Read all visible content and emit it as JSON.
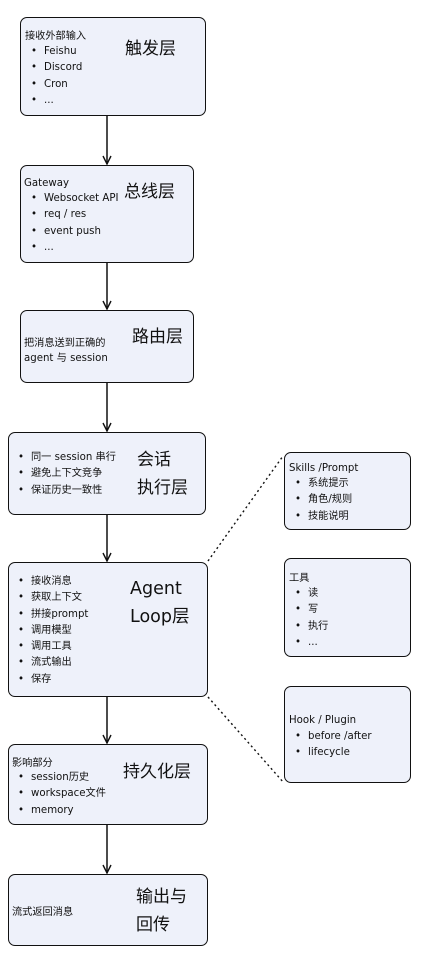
{
  "trigger": {
    "title": "触发层",
    "heading": "接收外部输入",
    "items": [
      "Feishu",
      "Discord",
      "Cron",
      "..."
    ]
  },
  "bus": {
    "title": "总线层",
    "heading": "Gateway",
    "items": [
      "Websocket API",
      "req / res",
      "event push",
      "..."
    ]
  },
  "routing": {
    "title": "路由层",
    "line1": "把消息送到正确的",
    "line2": "agent 与 session"
  },
  "session": {
    "title_line1": "会话",
    "title_line2": "执行层",
    "items": [
      "同一 session 串行",
      "避免上下文竞争",
      "保证历史一致性"
    ]
  },
  "agent_loop": {
    "title_line1": "Agent",
    "title_line2": "Loop层",
    "items": [
      "接收消息",
      "获取上下文",
      "拼接prompt",
      "调用模型",
      "调用工具",
      "流式输出",
      "保存"
    ]
  },
  "persistence": {
    "title": "持久化层",
    "heading": "影响部分",
    "items": [
      "session历史",
      "workspace文件",
      "memory"
    ]
  },
  "output": {
    "title_line1": "输出与",
    "title_line2": "回传",
    "text": "流式返回消息"
  },
  "skills": {
    "heading": "Skills /Prompt",
    "items": [
      "系统提示",
      "角色/规则",
      "技能说明"
    ]
  },
  "tools": {
    "heading": "工具",
    "items": [
      "读",
      "写",
      "执行",
      "..."
    ]
  },
  "hooks": {
    "heading": "Hook / Plugin",
    "items": [
      "before /after",
      "lifecycle"
    ]
  }
}
